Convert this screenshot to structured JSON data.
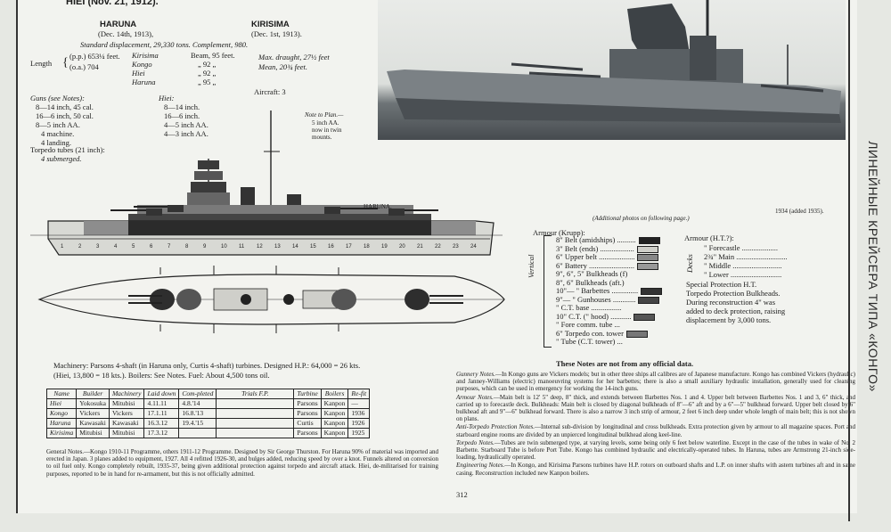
{
  "header": {
    "title": "HIEI (Nov. 21, 1912)."
  },
  "ships_heading": {
    "haruna": "HARUNA",
    "haruna_date": "(Dec. 14th, 1913),",
    "kirisima": "KIRISIMA",
    "kirisima_date": "(Dec. 1st, 1913).",
    "std_disp": "Standard displacement, 29,330 tons.   Complement, 980."
  },
  "dims": {
    "length_label": "Length",
    "pp": "(p.p.) 653¼ feet.",
    "oa": "(o.a.) 704",
    "beam_rows": [
      {
        "ship": "Kirisima",
        "beam": "Beam, 95 feet."
      },
      {
        "ship": "Kongo",
        "beam": "„   92   „"
      },
      {
        "ship": "Hiei",
        "beam": "„   92   „"
      },
      {
        "ship": "Haruna",
        "beam": "„   95   „"
      }
    ],
    "max_draught": "Max. draught, 27½ feet",
    "mean": "Mean, 20¾ feet."
  },
  "guns": {
    "title": "Guns (see Notes):",
    "lines": [
      "8—14 inch, 45 cal.",
      "16—6 inch, 50 cal.",
      "8—5 inch AA.",
      "4 machine.",
      "4 landing."
    ],
    "torpedo": "Torpedo tubes (21 inch):",
    "torpedo_val": "4 submerged.",
    "hiei_title": "Hiei:",
    "hiei_lines": [
      "8—14 inch.",
      "16—6 inch.",
      "4—5 inch AA.",
      "4—3 inch AA."
    ],
    "aircraft": "Aircraft: 3",
    "note": [
      "Note to Plan.—",
      "5 inch AA.",
      "now in twin",
      "mounts."
    ]
  },
  "plan": {
    "label": "HARUNA.",
    "sections": [
      "1",
      "2",
      "3",
      "4",
      "5",
      "6",
      "7",
      "8",
      "9",
      "10",
      "11",
      "12",
      "13",
      "14",
      "15",
      "16",
      "17",
      "18",
      "19",
      "20",
      "21",
      "22",
      "23",
      "24"
    ]
  },
  "photo": {
    "caption": "(Additional photos on following page.)",
    "date": "1934 (added 1935)."
  },
  "armour": {
    "title": "Armour (Krupp):",
    "vertical": "Vertical",
    "lines": [
      "8\" Belt (amidships) ..........",
      "3\" Belt (ends) ..................",
      "6\" Upper belt ...................",
      "6\" Battery ........................",
      "9\", 6\", 5\" Bulkheads (f)",
      "8\", 6\" Bulkheads (aft.)",
      "10\"— \" Barbettes ..............",
      "9\"— \" Gunhouses ............",
      "\" C.T. base ................",
      "10\" C.T. (\" hood) ...........",
      "\" Fore comm. tube ...",
      "6\" Torpedo con. tower",
      "\" Tube (C.T. tower) ..."
    ],
    "ht_title": "Armour (H.T.?):",
    "decks": "Decks",
    "deck_lines": [
      "\" Forecastle ...................",
      "2¾\" Main ...........................",
      "\" Middle ..........................",
      "\" Lower ..........................."
    ],
    "special": [
      "Special Protection H.T.",
      "Torpedo Protection Bulkheads.",
      "During reconstruction 4\" was",
      "added to deck protection, raising",
      "displacement by 3,000 tons."
    ]
  },
  "machinery": {
    "line1": "Machinery: Parsons 4-shaft (in Haruna only, Curtis 4-shaft) turbines.  Designed H.P.: 64,000 = 26 kts.",
    "line2": "(Hiei, 13,800 = 18 kts.).  Boilers: See Notes.  Fuel: About 4,500 tons oil."
  },
  "table": {
    "headers": [
      "Name",
      "Builder",
      "Machinery",
      "Laid down",
      "Com-pleted",
      "Trials  F.P.",
      "Turbine",
      "Boilers",
      "Re-fit"
    ],
    "rows": [
      [
        "Hiei",
        "Yokosuka",
        "Mitubisi",
        "4.11.11",
        "4.8.'14",
        "",
        "Parsons",
        "Kanpon",
        "—"
      ],
      [
        "Kongo",
        "Vickers",
        "Vickers",
        "17.1.11",
        "16.8.'13",
        "",
        "Parsons",
        "Kanpon",
        "1936"
      ],
      [
        "Haruna",
        "Kawasaki",
        "Kawasaki",
        "16.3.12",
        "19.4.'15",
        "",
        "Curtis",
        "Kanpon",
        "1926"
      ],
      [
        "Kirisima",
        "Mitubisi",
        "Mitubisi",
        "17.3.12",
        "",
        "",
        "Parsons",
        "Kanpon",
        "1925"
      ]
    ]
  },
  "general_notes": "General Notes.—Kongo 1910-11 Programme, others 1911-12 Programme. Designed by Sir George Thurston. For Haruna 90% of material was imported and erected in Japan. 3 planes added to equipment, 1927. All 4 refitted 1926-30, and bulges added, reducing speed by over a knot. Funnels altered on conversion to oil fuel only. Kongo completely rebuilt, 1935-37, being given additional protection against torpedo and aircraft attack. Hiei, de-militarised for training purposes, reported to be in hand for re-armament, but this is not officially admitted.",
  "notes_heading": "These Notes are not from any official data.",
  "notes": [
    {
      "h": "Gunnery Notes.",
      "t": "—In Kongo guns are Vickers models; but in other three ships all calibres are of Japanese manufacture. Kongo has combined Vickers (hydraulic) and Janney-Williams (electric) manoeuvring systems for her barbettes; there is also a small auxiliary hydraulic installation, generally used for cleaning purposes, which can be used in emergency for working the 14-inch guns."
    },
    {
      "h": "Armour Notes.",
      "t": "—Main belt is 12' 5\" deep, 8\" thick, and extends between Barbettes Nos. 1 and 4. Upper belt between Barbettes Nos. 1 and 3, 6\" thick, and carried up to forecastle deck. Bulkheads: Main belt is closed by diagonal bulkheads of 8\"—6\" aft and by a 6\"—5\" bulkhead forward. Upper belt closed by 6\" bulkhead aft and 9\"—6\" bulkhead forward. There is also a narrow 3 inch strip of armour, 2 feet 6 inch deep under whole length of main belt; this is not shown on plans."
    },
    {
      "h": "Anti-Torpedo Protection Notes.",
      "t": "—Internal sub-division by longitudinal and cross bulkheads. Extra protection given by armour to all magazine spaces. Port and starboard engine rooms are divided by an unpierced longitudinal bulkhead along keel-line."
    },
    {
      "h": "Torpedo Notes.",
      "t": "—Tubes are twin submerged type, at varying levels, some being only 6 feet below waterline. Except in the case of the tubes in wake of No. 2 Barbette. Starboard Tube is before Port Tube. Kongo has combined hydraulic and electrically-operated tubes. In Haruna, tubes are Armstrong 21-inch side-loading, hydraulically operated."
    },
    {
      "h": "Engineering Notes.",
      "t": "—In Kongo, and Kirisima Parsons turbines have H.P. rotors on outboard shafts and L.P. on inner shafts with astern turbines aft and in same casing. Reconstruction included new Kanpon boilers."
    }
  ],
  "page_number": "312",
  "side_caption": "ЛИНЕЙНЫЕ КРЕЙСЕРА ТИПА «КОНГО»"
}
